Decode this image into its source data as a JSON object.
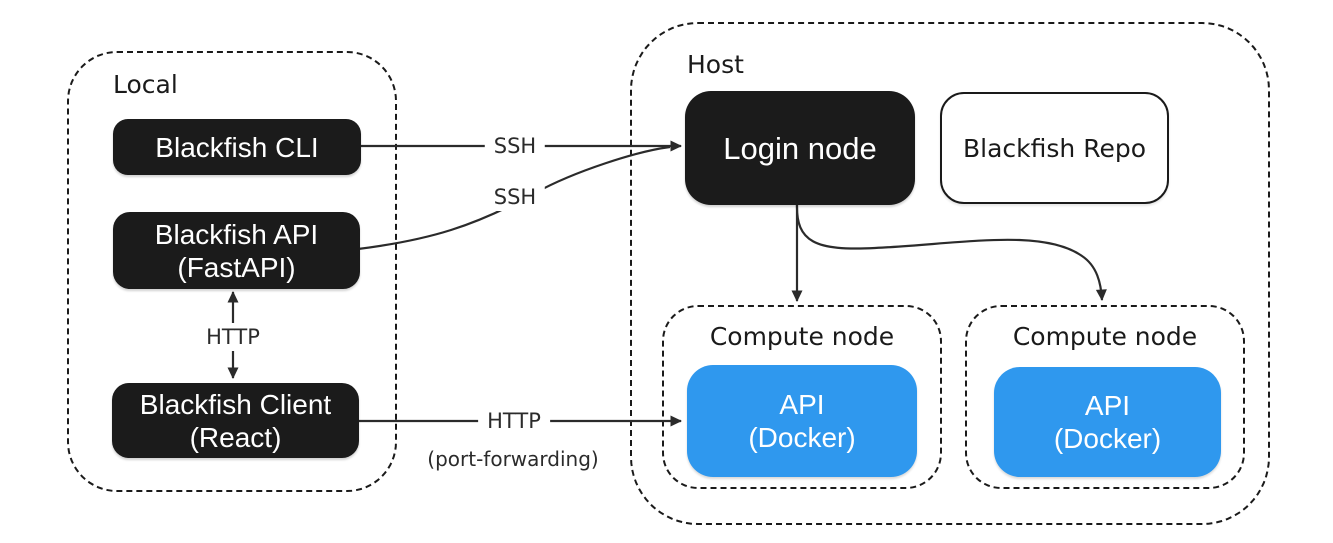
{
  "colors": {
    "node_dark": "#1b1b1b",
    "node_blue": "#2f98ee",
    "line": "#2b2b2b",
    "border": "#1a1a1a",
    "text_light": "#ffffff",
    "background": "#ffffff"
  },
  "local": {
    "label": "Local",
    "cli": {
      "label": "Blackfish CLI"
    },
    "api": {
      "line1": "Blackfish API",
      "line2": "(FastAPI)"
    },
    "client": {
      "line1": "Blackfish Client",
      "line2": "(React)"
    },
    "http_edge_label": "HTTP"
  },
  "host": {
    "label": "Host",
    "login": {
      "label": "Login node"
    },
    "repo": {
      "label": "Blackfish Repo"
    },
    "compute1": {
      "label": "Compute node",
      "api": {
        "line1": "API",
        "line2": "(Docker)"
      }
    },
    "compute2": {
      "label": "Compute node",
      "api": {
        "line1": "API",
        "line2": "(Docker)"
      }
    }
  },
  "edges": {
    "ssh_cli": "SSH",
    "ssh_api": "SSH",
    "http_pf": "HTTP",
    "http_pf_note": "(port-forwarding)"
  }
}
